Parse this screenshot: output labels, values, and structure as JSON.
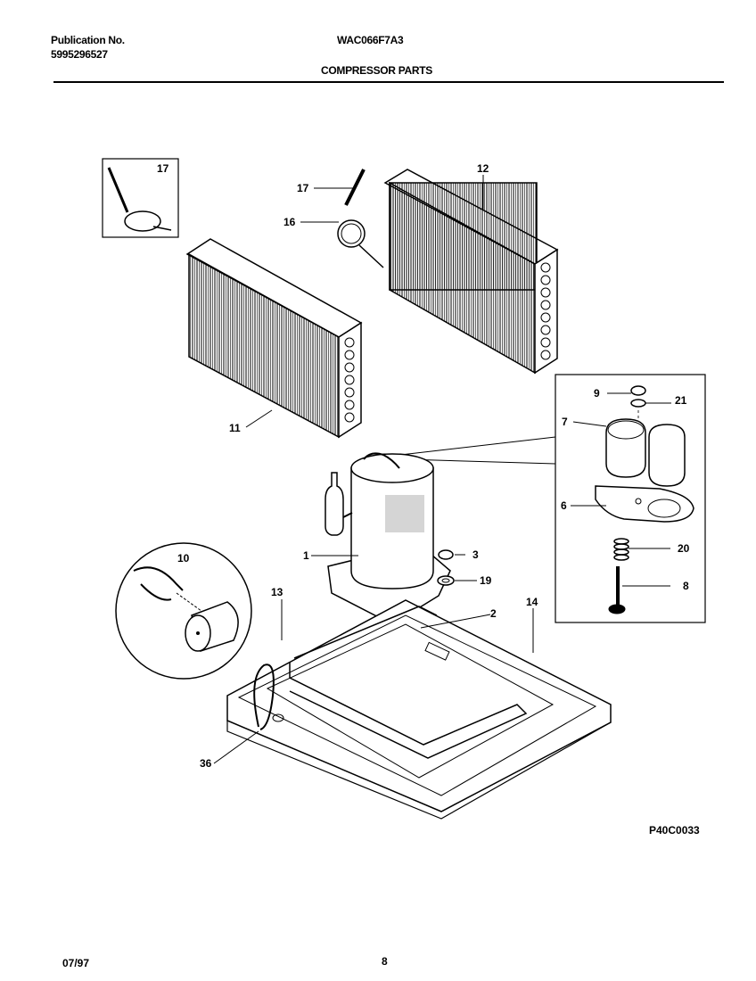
{
  "header": {
    "publication_label": "Publication No.",
    "publication_number": "5995296527",
    "model": "WAC066F7A3",
    "section_title": "COMPRESSOR PARTS"
  },
  "footer": {
    "diagram_code": "P40C0033",
    "date": "07/97",
    "page_number": "8"
  },
  "callouts": {
    "c17_box": "17",
    "c17": "17",
    "c16": "16",
    "c12": "12",
    "c11": "11",
    "c9": "9",
    "c21": "21",
    "c7": "7",
    "c6": "6",
    "c20": "20",
    "c8": "8",
    "c10": "10",
    "c1": "1",
    "c3": "3",
    "c19": "19",
    "c13": "13",
    "c2": "2",
    "c14": "14",
    "c36": "36"
  }
}
